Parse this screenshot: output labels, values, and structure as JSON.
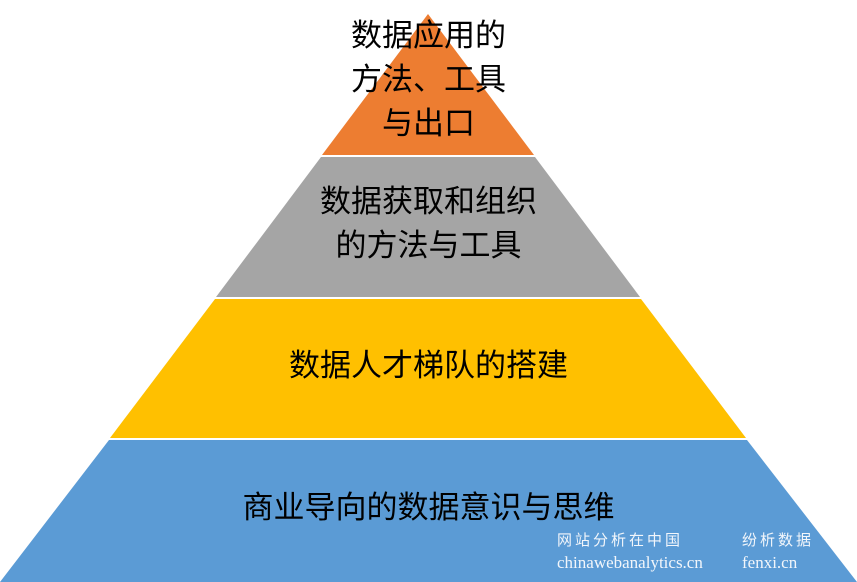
{
  "layers": [
    {
      "lines": [
        "数据应用的",
        "方法、工具",
        "与出口"
      ],
      "color": "#ED7D31"
    },
    {
      "lines": [
        "数据获取和组织",
        "的方法与工具"
      ],
      "color": "#A5A5A5"
    },
    {
      "lines": [
        "数据人才梯队的搭建"
      ],
      "color": "#FFC000"
    },
    {
      "lines": [
        "商业导向的数据意识与思维"
      ],
      "color": "#5B9BD5"
    }
  ],
  "watermark": {
    "left_cn": "网站分析在中国",
    "left_en": "chinawebanalytics.cn",
    "right_cn": "纷析数据",
    "right_en": "fenxi.cn"
  }
}
